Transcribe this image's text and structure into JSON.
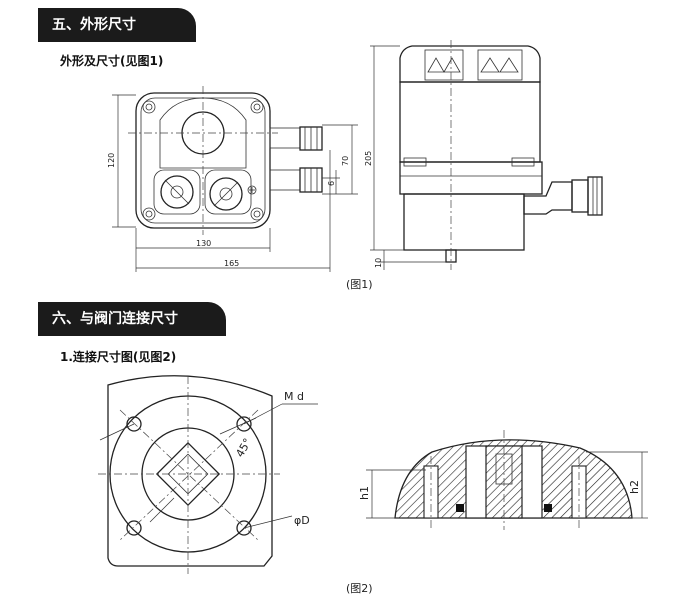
{
  "sections": {
    "s5_title": "五、外形尺寸",
    "s5_sub": "外形及尺寸(见图1)",
    "s6_title": "六、与阀门连接尺寸",
    "s6_sub": "1.连接尺寸图(见图2)"
  },
  "figure1": {
    "caption": "(图1)",
    "dims": {
      "height_left": "120",
      "width_body": "130",
      "width_total": "165",
      "port_height": "70",
      "port_small": "6",
      "side_height": "205",
      "side_bottom": "10"
    }
  },
  "figure2": {
    "caption": "(图2)",
    "labels": {
      "thread": "M d",
      "angle": "45°",
      "diameter": "φD",
      "h1": "h1",
      "h2": "h2"
    }
  }
}
